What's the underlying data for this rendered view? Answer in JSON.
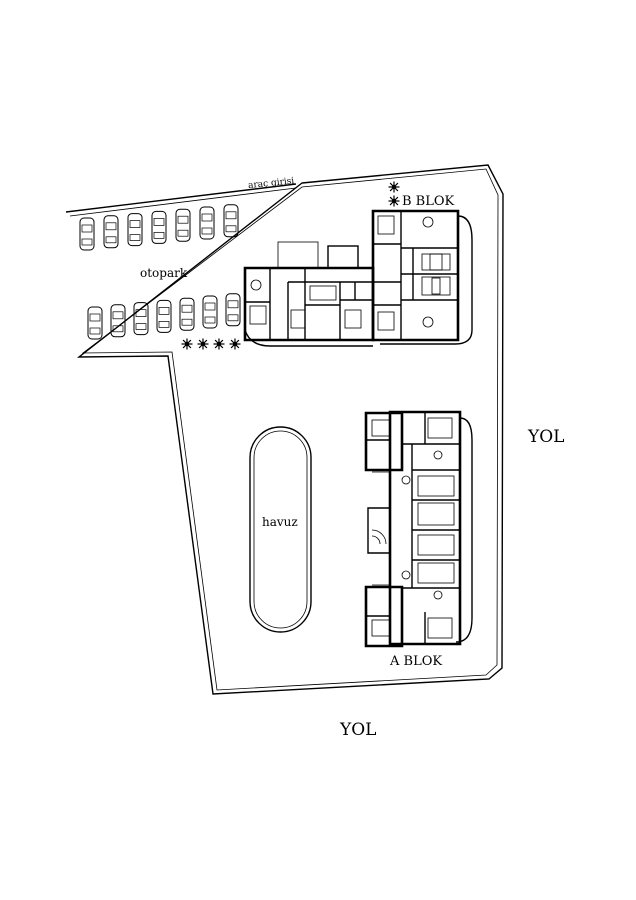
{
  "labels": {
    "entrance": "araç girişi",
    "parking": "otopark",
    "block_b": "B BLOK",
    "block_a": "A BLOK",
    "pool": "havuz",
    "road_right": "YOL",
    "road_bottom": "YOL"
  },
  "parking": {
    "top_row_spaces": 7,
    "bottom_row_spaces": 7
  },
  "shrubs": {
    "near_block_b": 2,
    "near_parking": 4
  },
  "colors": {
    "line": "#000000",
    "background": "#ffffff"
  }
}
